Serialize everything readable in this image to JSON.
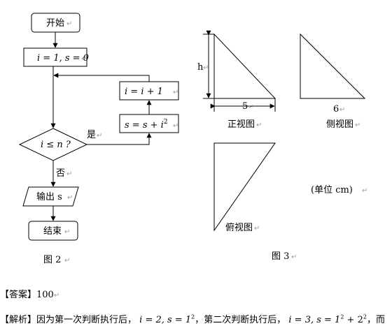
{
  "flowchart": {
    "start": "开始",
    "init": "i = 1, s = 0",
    "update_i": "i = i + 1",
    "update_s": "s = s + i",
    "update_s_exp": "2",
    "condition": "i ≤ n ?",
    "yes": "是",
    "no": "否",
    "output": "输出 s",
    "end": "结束",
    "caption": "图 2"
  },
  "views": {
    "front_label": "正视图",
    "side_label": "侧视图",
    "top_label": "俯视图",
    "h_label": "h",
    "front_width": "5",
    "side_width": "6",
    "unit_note": "(单位 cm)",
    "caption": "图 3"
  },
  "answer": {
    "tag": "【答案】",
    "value": "100"
  },
  "analysis": {
    "tag": "【解析】",
    "text1": "因为第一次判断执行后，",
    "expr1_i": "i = 2, s = 1",
    "expr1_exp": "2",
    "text2": "，第二次判断执行后，",
    "expr2_i": "i = 3, s = 1",
    "expr2_exp1": "2",
    "expr2_plus": " + 2",
    "expr2_exp2": "2",
    "text3": "，而"
  },
  "return_mark": "↵"
}
